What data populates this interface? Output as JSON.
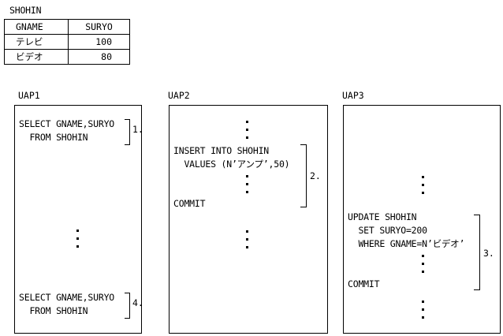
{
  "table": {
    "name": "SHOHIN",
    "headers": [
      "GNAME",
      "SURYO"
    ],
    "rows": [
      {
        "gname": "テレビ",
        "suryo": "100"
      },
      {
        "gname": "ビデオ",
        "suryo": "80"
      }
    ]
  },
  "uap1": {
    "title": "UAP1",
    "stmt1": [
      "SELECT GNAME,SURYO",
      "  FROM SHOHIN"
    ],
    "label1": "1.",
    "stmt4": [
      "SELECT GNAME,SURYO",
      "  FROM SHOHIN"
    ],
    "label4": "4."
  },
  "uap2": {
    "title": "UAP2",
    "stmt": [
      "INSERT INTO SHOHIN",
      "  VALUES (N’アンプ’,50)"
    ],
    "commit": "COMMIT",
    "label": "2."
  },
  "uap3": {
    "title": "UAP3",
    "stmt": [
      "UPDATE SHOHIN",
      "  SET SURYO=200",
      "  WHERE GNAME=N’ビデオ’"
    ],
    "commit": "COMMIT",
    "label": "3."
  }
}
